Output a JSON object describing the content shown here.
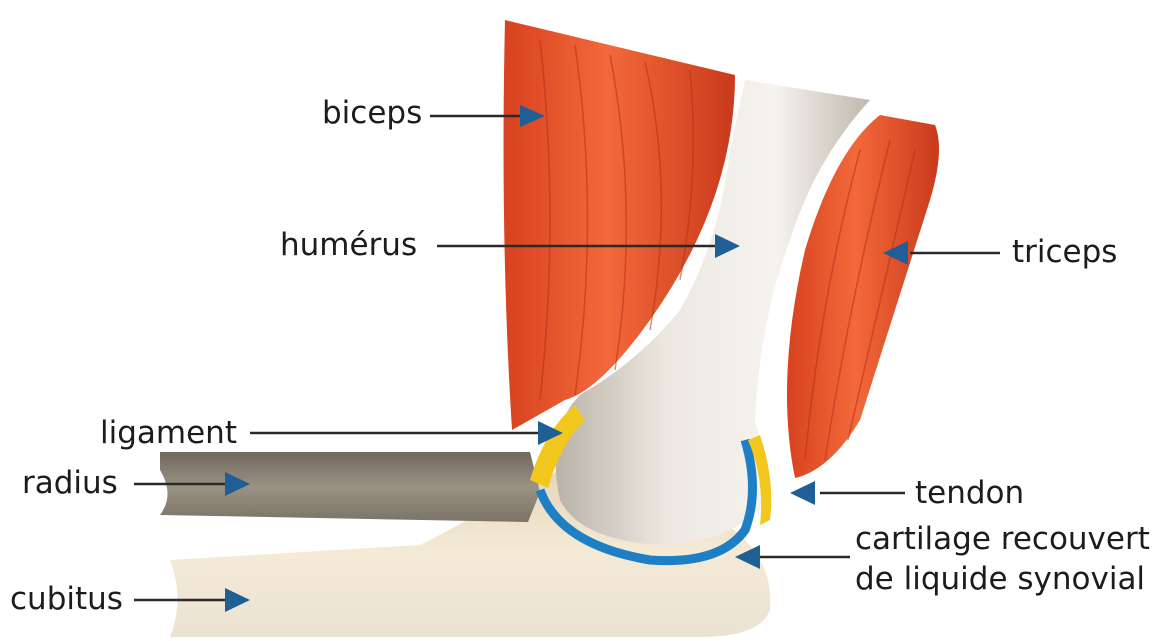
{
  "labels": {
    "biceps": "biceps",
    "humerus": "humérus",
    "triceps": "triceps",
    "ligament": "ligament",
    "radius": "radius",
    "tendon": "tendon",
    "cartilage_line1": "cartilage recouvert",
    "cartilage_line2": "de liquide synovial",
    "cubitus": "cubitus"
  },
  "colors": {
    "muscle": "#e8542a",
    "muscle_dark": "#c7361a",
    "bone": "#e9e4dc",
    "bone_shadow": "#bdb6ab",
    "radius_bone": "#8a8274",
    "cubitus_bone": "#efe3cd",
    "cartilage": "#1d7fc4",
    "ligament": "#f2c81e",
    "arrow": "#1f5f96",
    "line": "#2a2a2a"
  }
}
